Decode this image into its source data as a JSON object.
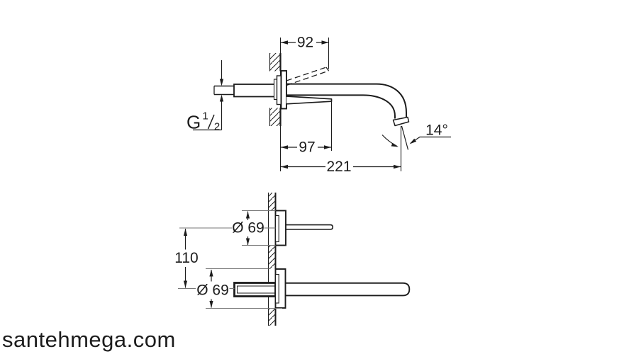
{
  "drawing": {
    "kind": "wall-mounted basin mixer installation dimension drawing",
    "colors": {
      "line": "#1c1c1c",
      "ext_line": "#777777",
      "background": "#ffffff",
      "watermark": "#c6c6c6"
    },
    "top_view": {
      "dim_spout_up": "92",
      "dim_handle_projection": "97",
      "dim_spout_projection": "221",
      "dim_stream_angle": "14°",
      "thread": {
        "full": "G 1/2",
        "prefix": "G",
        "numerator": "1",
        "denominator": "2"
      }
    },
    "bottom_view": {
      "dim_upper_rosette": "Ø 69",
      "dim_center_distance": "110",
      "dim_lower_rosette": "Ø 69"
    },
    "watermark_text": "santehmega.com"
  }
}
